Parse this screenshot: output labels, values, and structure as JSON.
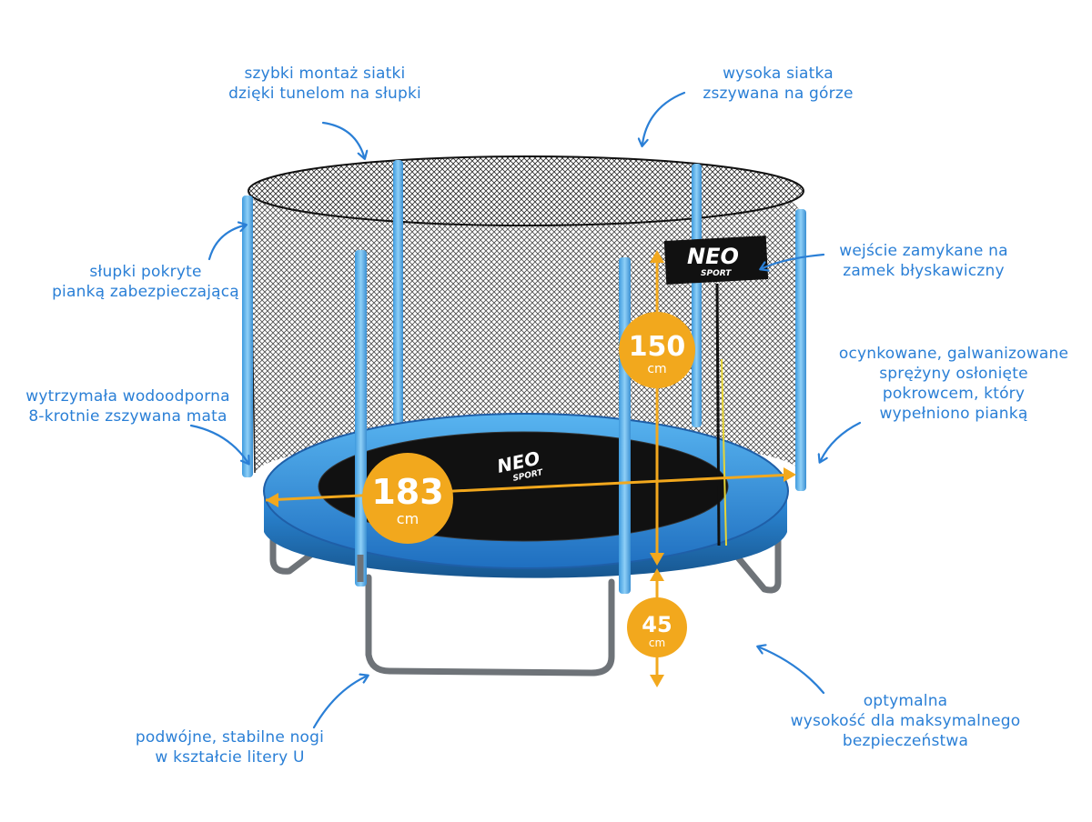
{
  "colors": {
    "annotation": "#2a7fd6",
    "frame": "#2f8fe0",
    "frame_dark": "#1f5fa8",
    "pole": "#4aa8e8",
    "mat": "#111111",
    "net": "#1a1a1a",
    "legs": "#6e7378",
    "dimension": "#f2a81d"
  },
  "callouts": {
    "top_left": [
      "szybki montaż siatki",
      "dzięki tunelom na słupki"
    ],
    "top_right": [
      "wysoka siatka",
      "zszywana na górze"
    ],
    "left_poles": [
      "słupki pokryte",
      "pianką zabezpieczającą"
    ],
    "left_mat": [
      "wytrzymała wodoodporna",
      "8-krotnie zszywana mata"
    ],
    "right_zip": [
      "wejście zamykane na",
      "zamek błyskawiczny"
    ],
    "right_springs": [
      "ocynkowane, galwanizowane",
      "sprężyny osłonięte",
      "pokrowcem, który",
      "wypełniono pianką"
    ],
    "bottom_left": [
      "podwójne, stabilne nogi",
      "w kształcie litery U"
    ],
    "bottom_right": [
      "optymalna",
      "wysokość dla maksymalnego",
      "bezpieczeństwa"
    ]
  },
  "brand": {
    "logo_line1": "NEO",
    "logo_line2": "SPORT"
  },
  "dimensions": {
    "diameter": {
      "value": "183",
      "unit": "cm"
    },
    "net_height": {
      "value": "150",
      "unit": "cm"
    },
    "mat_height": {
      "value": "45",
      "unit": "cm"
    }
  }
}
